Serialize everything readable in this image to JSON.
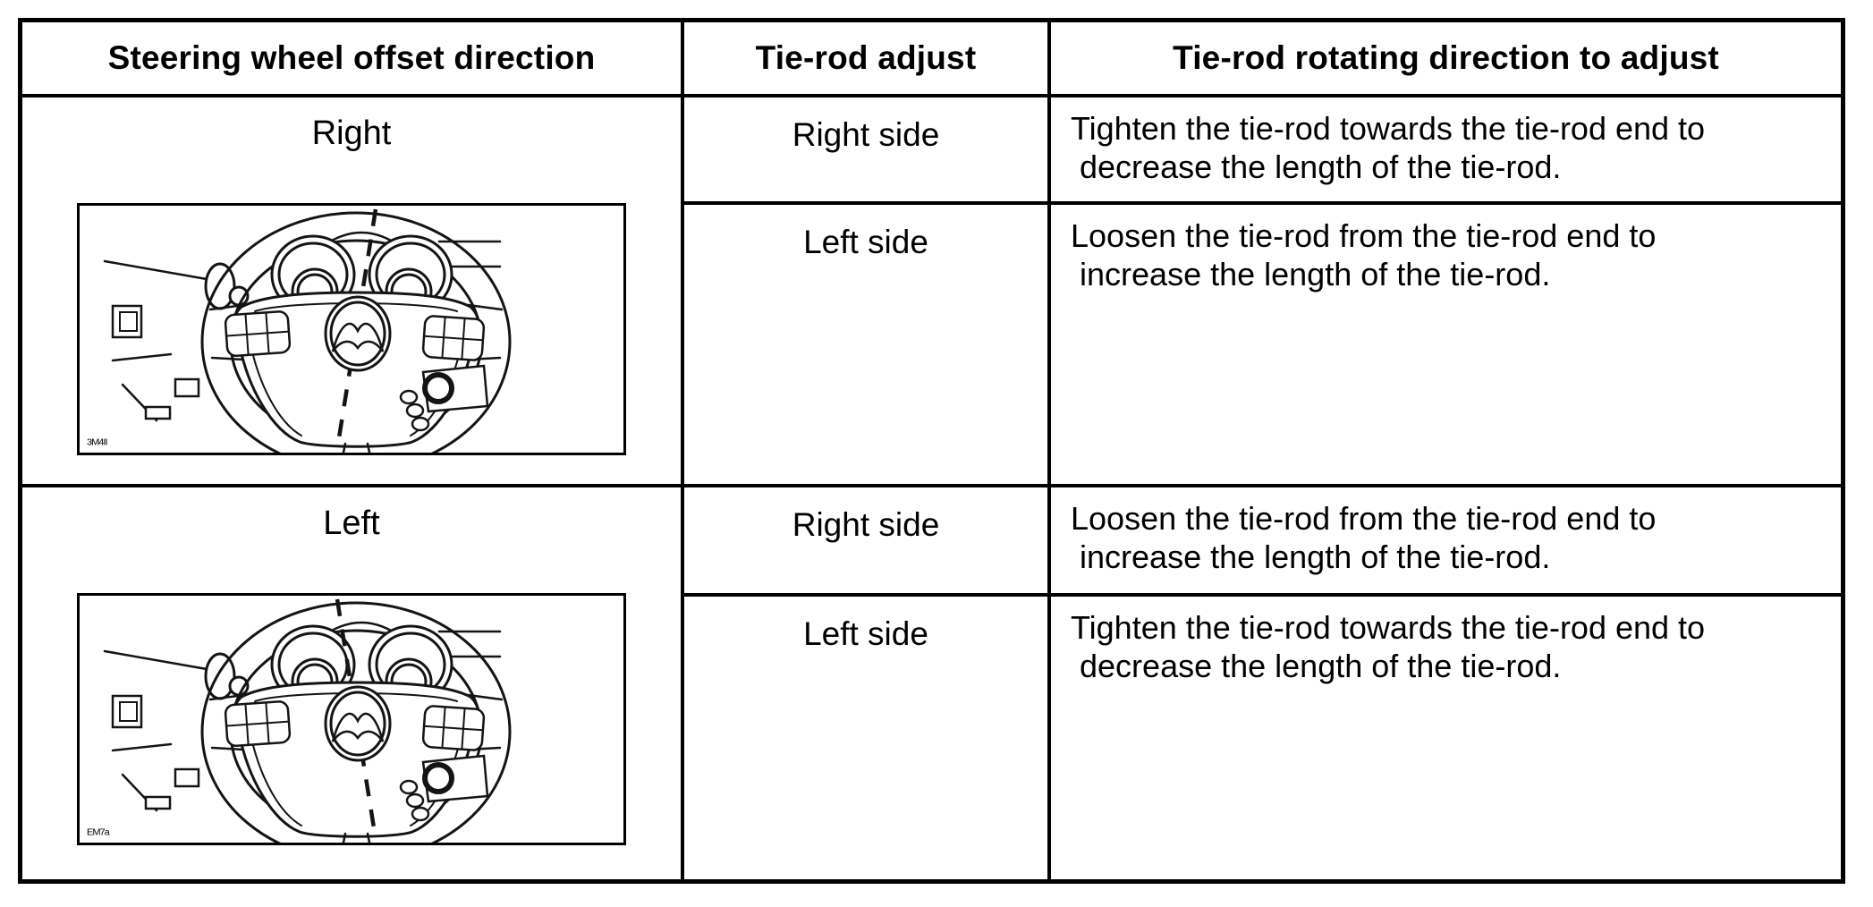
{
  "page": {
    "background_color": "#ffffff",
    "ink_color": "#000000"
  },
  "table": {
    "columns": [
      "Steering wheel offset direction",
      "Tie-rod adjust",
      "Tie-rod rotating direction to adjust"
    ],
    "rows": [
      {
        "direction": "Right",
        "figure_code": "3M4II",
        "adjustments": [
          {
            "side": "Right side",
            "line1": "Tighten the tie-rod towards the tie-rod end to",
            "line2": " decrease the length of the tie-rod."
          },
          {
            "side": "Left side",
            "line1": "Loosen the tie-rod from the tie-rod end to",
            "line2": " increase the length of the tie-rod."
          }
        ]
      },
      {
        "direction": "Left",
        "figure_code": "EM7a",
        "adjustments": [
          {
            "side": "Right side",
            "line1": "Loosen the tie-rod from the tie-rod end to",
            "line2": " increase the length of the tie-rod."
          },
          {
            "side": "Left side",
            "line1": "Tighten the tie-rod towards the tie-rod end to",
            "line2": " decrease the length of the tie-rod."
          }
        ]
      }
    ]
  }
}
